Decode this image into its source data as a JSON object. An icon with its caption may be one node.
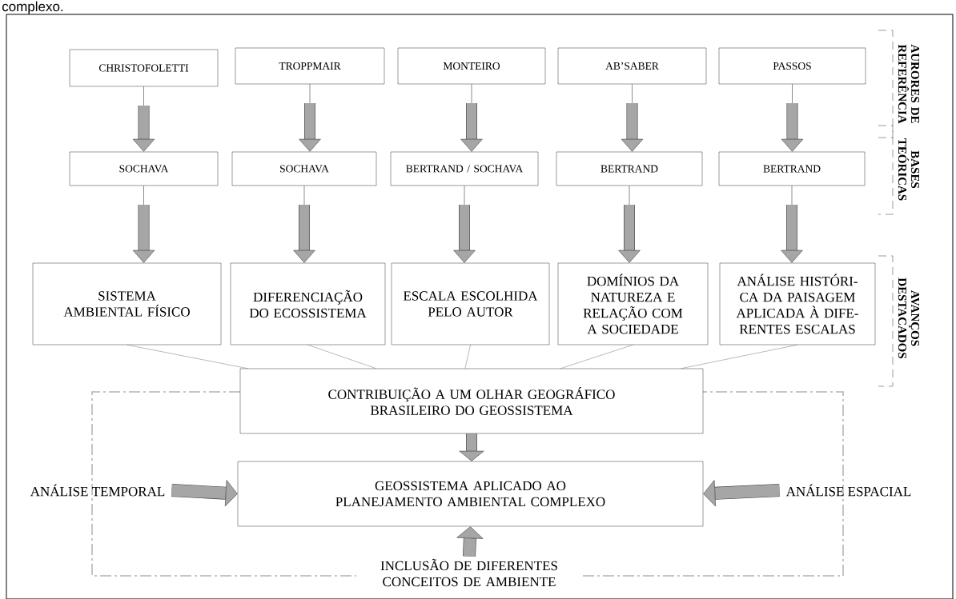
{
  "diagram": {
    "nodes": [
      {
        "text": [
          "CHRISTOFOLETTI"
        ]
      },
      {
        "text": [
          "TROPPMAIR"
        ]
      },
      {
        "text": [
          "MONTEIRO"
        ]
      },
      {
        "text": [
          "AB’SABER"
        ]
      },
      {
        "text": [
          "PASSOS"
        ]
      },
      {
        "text": [
          "SOCHAVA"
        ]
      },
      {
        "text": [
          "SOCHAVA"
        ]
      },
      {
        "text": [
          "BERTRAND / SOCHAVA"
        ]
      },
      {
        "text": [
          "BERTRAND"
        ]
      },
      {
        "text": [
          "BERTRAND"
        ]
      },
      {
        "text": [
          "SISTEMA AMBIENTAL FÍSICO"
        ]
      },
      {
        "text": [
          "DIFERENCIAÇÃO DO ECOSSISTEMA"
        ]
      },
      {
        "text": [
          "ESCALA ESCOLHIDA PELO AUTOR"
        ]
      },
      {
        "text": [
          "DOMÍNIOS DA NATUREZA E RELAÇÃO COM A SOCIEDADE"
        ]
      },
      {
        "text": [
          "ANÁLISE HISTÓRI-CA DA PAISAGEM APLICADA À DIFE-RENTES ESCALAS"
        ]
      },
      {
        "text": [
          "CONTRIBUIÇÃO A UM OLHAR GEOGRÁFICO BRASILEIRO DO GEOSSISTEMA"
        ]
      },
      {
        "text": [
          "GEOSSISTEMA APLICADO AO PLANEJAMENTO AMBIENTAL COMPLEXO"
        ]
      },
      {
        "text": [
          "ANÁLISE TEMPORAL"
        ]
      },
      {
        "text": [
          "ANÁLISE ESPACIAL"
        ]
      },
      {
        "text": [
          "INCLUSÃO DE DIFERENTES CONCEITOS DE AMBIENTE"
        ]
      }
    ],
    "edges": [
      {
        "from": 0,
        "to": 5,
        "arrow": "to"
      },
      {
        "from": 1,
        "to": 6,
        "arrow": "to"
      },
      {
        "from": 2,
        "to": 7,
        "arrow": "to"
      },
      {
        "from": 3,
        "to": 8,
        "arrow": "to"
      },
      {
        "from": 4,
        "to": 9,
        "arrow": "to"
      },
      {
        "from": 5,
        "to": 10,
        "arrow": "to"
      },
      {
        "from": 6,
        "to": 11,
        "arrow": "to"
      },
      {
        "from": 7,
        "to": 12,
        "arrow": "to"
      },
      {
        "from": 8,
        "to": 13,
        "arrow": "to"
      },
      {
        "from": 9,
        "to": 14,
        "arrow": "to"
      },
      {
        "from": 10,
        "to": 15,
        "arrow": "none"
      },
      {
        "from": 11,
        "to": 15,
        "arrow": "none"
      },
      {
        "from": 12,
        "to": 15,
        "arrow": "none"
      },
      {
        "from": 13,
        "to": 15,
        "arrow": "none"
      },
      {
        "from": 14,
        "to": 15,
        "arrow": "none"
      },
      {
        "from": 15,
        "to": 16,
        "arrow": "to"
      },
      {
        "from": 17,
        "to": 16,
        "arrow": "to"
      },
      {
        "from": 18,
        "to": 16,
        "arrow": "to"
      },
      {
        "from": 19,
        "to": 16,
        "arrow": "to"
      }
    ],
    "labels": [
      "complexo.",
      "AURORES DE REFERÊNCIA",
      "BASES TEÓRICAS",
      "AVANÇOS DESTACADOS"
    ]
  }
}
